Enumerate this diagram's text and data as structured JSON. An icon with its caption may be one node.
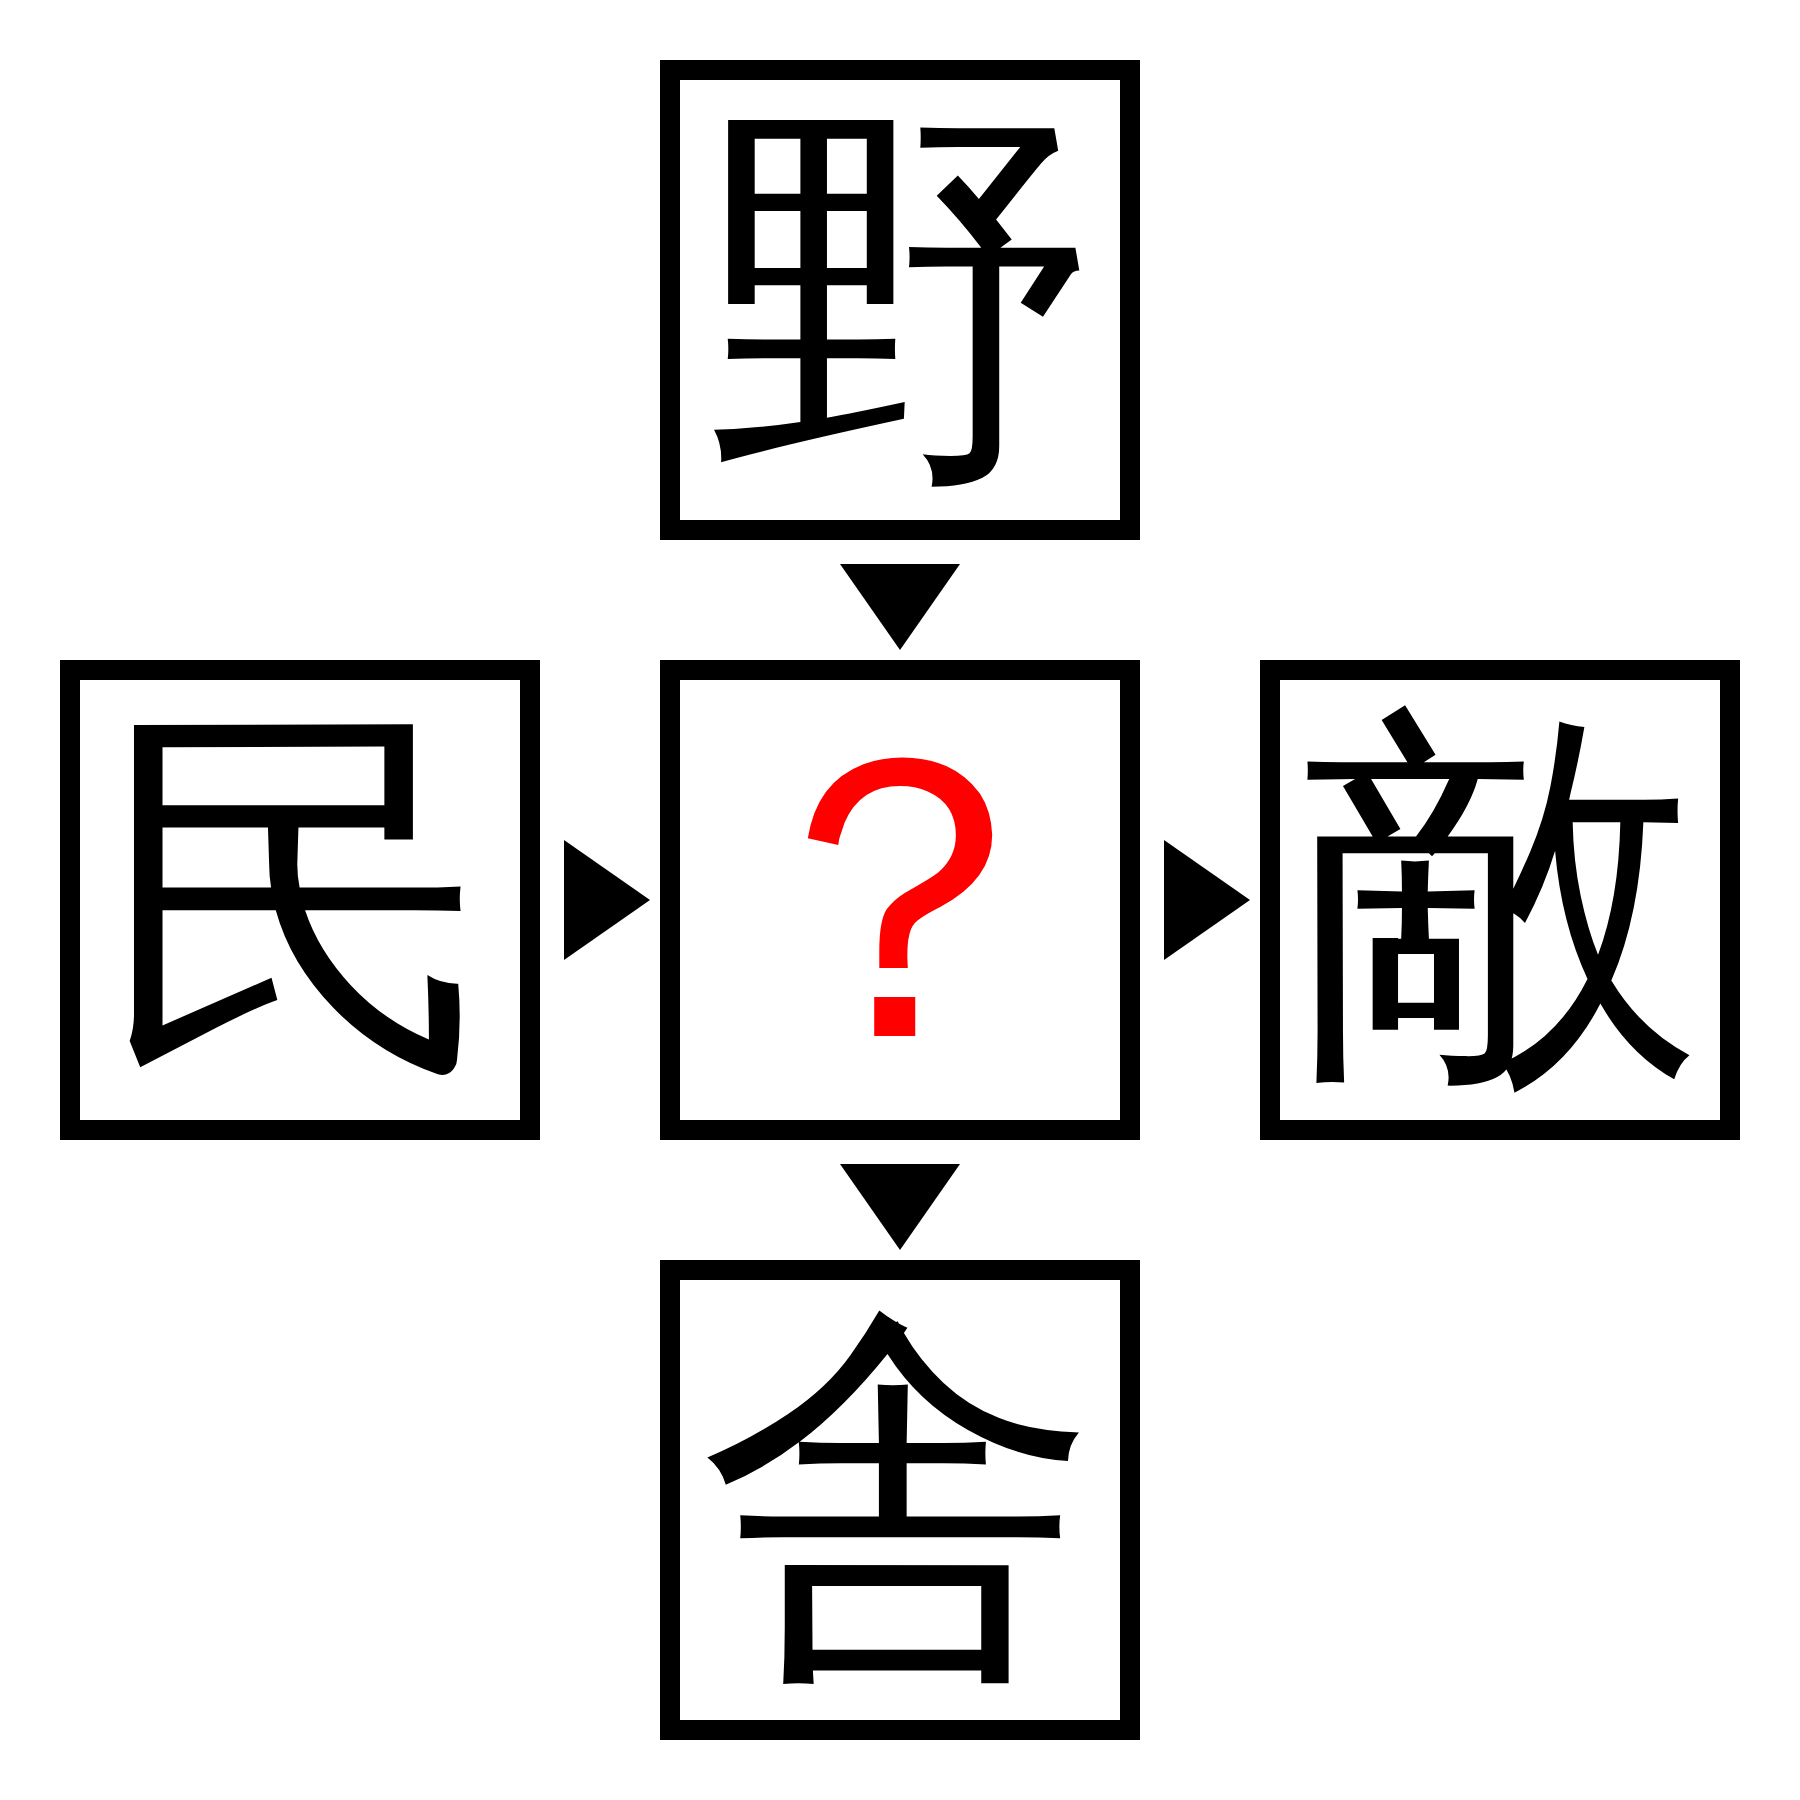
{
  "diagram": {
    "nodes": [
      {
        "text": [
          "野"
        ]
      },
      {
        "text": [
          "民"
        ]
      },
      {
        "text": [
          "？"
        ]
      },
      {
        "text": [
          "敵"
        ]
      },
      {
        "text": [
          "舎"
        ]
      }
    ],
    "edges": [
      {
        "from": 0,
        "to": 2,
        "arrow": "to"
      },
      {
        "from": 1,
        "to": 2,
        "arrow": "to"
      },
      {
        "from": 2,
        "to": 3,
        "arrow": "to"
      },
      {
        "from": 2,
        "to": 4,
        "arrow": "to"
      }
    ]
  }
}
